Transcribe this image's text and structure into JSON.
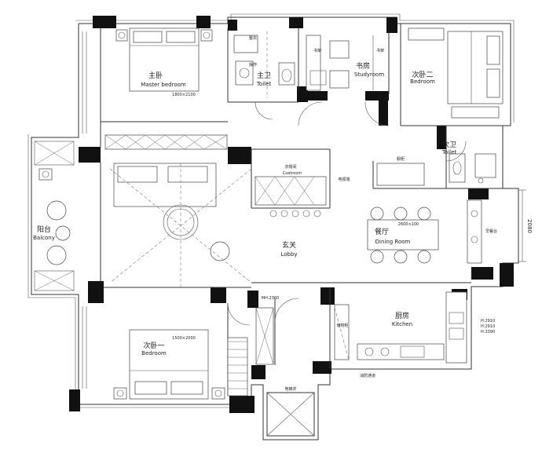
{
  "rooms": {
    "master_bedroom": {
      "zh": "主卧",
      "en": "Master bedroom"
    },
    "master_toilet": {
      "zh": "主卫",
      "en": "Toilet"
    },
    "study": {
      "zh": "书房",
      "en": "Studyroom"
    },
    "bedroom_two": {
      "zh": "次卧二",
      "en": "Bedroom"
    },
    "second_toilet": {
      "zh": "次卫",
      "en": "Toilet"
    },
    "balcony": {
      "zh": "阳台",
      "en": "Balcony"
    },
    "cloakroom": {
      "zh": "衣帽间",
      "en": "Coatroom"
    },
    "dining": {
      "zh": "餐厅",
      "en": "Dining Room"
    },
    "lobby": {
      "zh": "玄关",
      "en": "Lobby"
    },
    "bedroom_one": {
      "zh": "次卧一",
      "en": "Bedroom"
    },
    "kitchen": {
      "zh": "厨房",
      "en": "Kitchen"
    }
  },
  "annotations": {
    "dim_2080": "2080",
    "mh_2360": "MH:2360",
    "h_values": [
      "H:2910",
      "H:2910",
      "H:3390"
    ],
    "elevator": "电梯井",
    "bar": "早餐台",
    "storage": "储物柜",
    "tv_wall": "电视墙",
    "wardrobe": "整衣",
    "wash": "操作",
    "shelf_left": "书架",
    "shelf_right": "书架",
    "cabinet": "橱柜",
    "stairs": "消防通道",
    "dining_dim": "2600×100",
    "bed_dim": "1800×2100",
    "bed_dim_two": "1500×2000"
  }
}
